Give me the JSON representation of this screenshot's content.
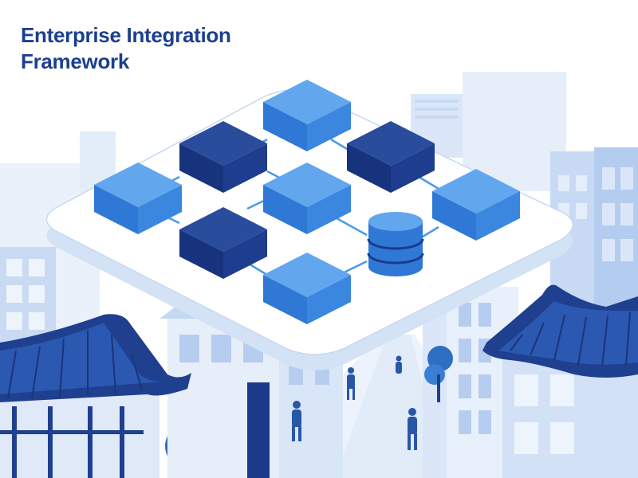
{
  "header": {
    "title_line1": "Enterprise Integration",
    "title_line2": "Framework"
  },
  "palette": {
    "title": "#1c3f8f",
    "node_light": "#3b87e0",
    "node_dark": "#1b3a8a",
    "platform": "#ffffff",
    "building_light": "#dce8f8",
    "building_mid": "#b9d0f0",
    "roof": "#1f3f8f",
    "tree": "#2e6fc4"
  },
  "illustration": {
    "nodes": [
      {
        "name": "node-top",
        "shade": "light"
      },
      {
        "name": "node-upper-left",
        "shade": "dark"
      },
      {
        "name": "node-upper-right",
        "shade": "dark"
      },
      {
        "name": "node-left",
        "shade": "light"
      },
      {
        "name": "node-center",
        "shade": "light"
      },
      {
        "name": "node-right",
        "shade": "light"
      },
      {
        "name": "node-lower-left",
        "shade": "dark"
      },
      {
        "name": "node-bottom",
        "shade": "light"
      }
    ],
    "icons": [
      "database-icon"
    ]
  }
}
